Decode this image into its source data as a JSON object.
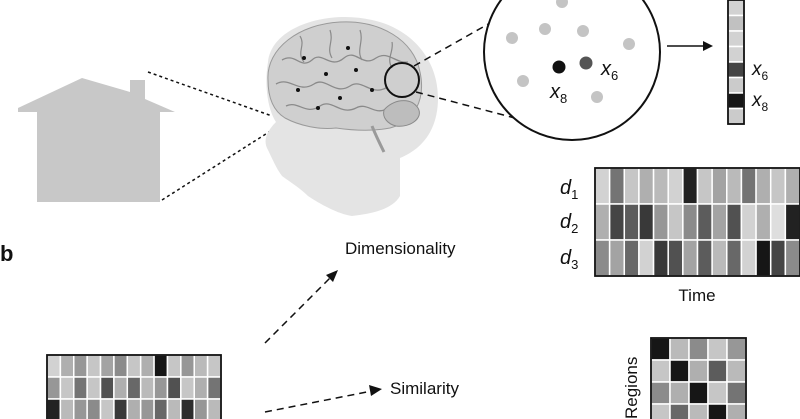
{
  "panel_label": "b",
  "node_labels": {
    "x6": "x",
    "x6_sub": "6",
    "x8": "x",
    "x8_sub": "8"
  },
  "vector_labels": {
    "x6": "x",
    "x6_sub": "6",
    "x8": "x",
    "x8_sub": "8"
  },
  "dim_rows": [
    {
      "label": "d",
      "sub": "1"
    },
    {
      "label": "d",
      "sub": "2"
    },
    {
      "label": "d",
      "sub": "3"
    }
  ],
  "time_label": "Time",
  "arrow_labels": {
    "dimensionality": "Dimensionality",
    "similarity": "Similarity"
  },
  "regions_label": "Regions",
  "colors": {
    "house": "#c8c8c8",
    "head": "#e4e4e4",
    "brain": "#cfcfcf",
    "dark": "#111111"
  },
  "dim_matrix": [
    [
      0.85,
      0.45,
      0.8,
      0.7,
      0.75,
      0.85,
      0.1,
      0.8,
      0.65,
      0.75,
      0.45,
      0.7,
      0.8,
      0.7
    ],
    [
      0.7,
      0.25,
      0.35,
      0.2,
      0.6,
      0.8,
      0.55,
      0.35,
      0.65,
      0.3,
      0.85,
      0.7,
      0.9,
      0.1
    ],
    [
      0.55,
      0.65,
      0.4,
      0.85,
      0.2,
      0.3,
      0.65,
      0.35,
      0.75,
      0.4,
      0.85,
      0.05,
      0.25,
      0.55
    ]
  ],
  "input_matrix": [
    [
      0.85,
      0.7,
      0.6,
      0.8,
      0.65,
      0.55,
      0.8,
      0.7,
      0.05,
      0.8,
      0.6,
      0.75,
      0.8
    ],
    [
      0.6,
      0.8,
      0.45,
      0.8,
      0.3,
      0.7,
      0.4,
      0.75,
      0.6,
      0.3,
      0.8,
      0.7,
      0.45
    ],
    [
      0.1,
      0.75,
      0.6,
      0.55,
      0.8,
      0.2,
      0.7,
      0.6,
      0.4,
      0.75,
      0.15,
      0.6,
      0.75
    ]
  ],
  "sim_matrix": [
    [
      0.05,
      0.75,
      0.55,
      0.8,
      0.6
    ],
    [
      0.8,
      0.05,
      0.7,
      0.35,
      0.75
    ],
    [
      0.55,
      0.7,
      0.05,
      0.8,
      0.45
    ],
    [
      0.8,
      0.4,
      0.75,
      0.05,
      0.7
    ]
  ],
  "vector_cells": [
    0.85,
    0.78,
    0.85,
    0.85,
    0.25,
    0.82,
    0.05,
    0.82
  ]
}
